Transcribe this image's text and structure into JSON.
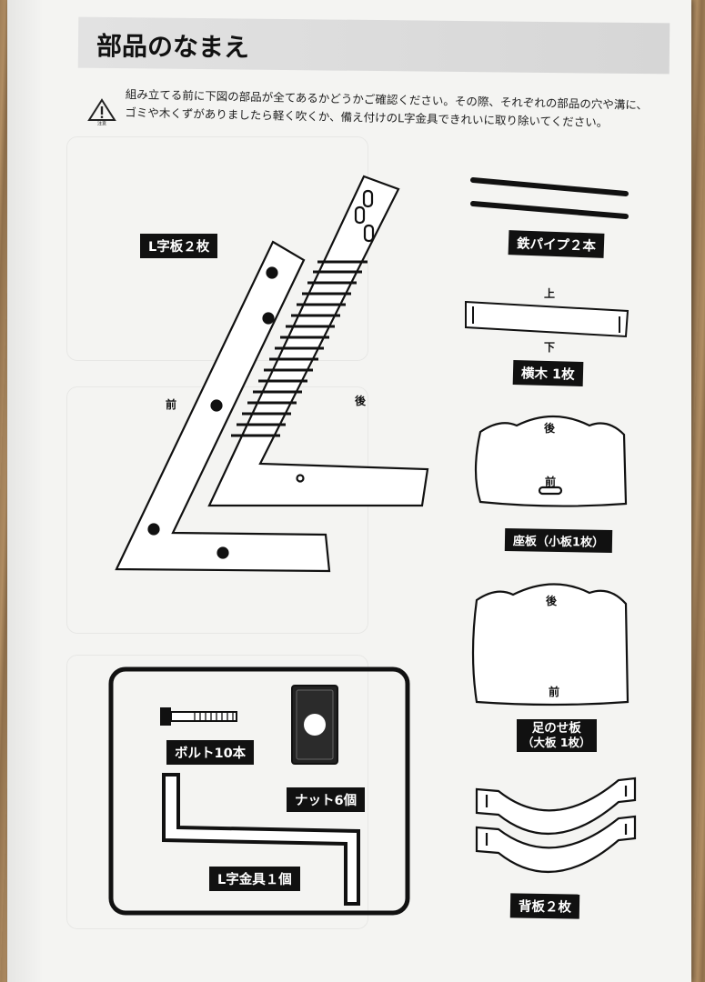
{
  "title": "部品のなまえ",
  "notice": {
    "icon": "caution-triangle-icon",
    "icon_caption": "注意",
    "lines": [
      "組み立てる前に下図の部品が全てあるかどうかご確認ください。その際、それぞれの部品の穴や溝に、",
      "ゴミや木くずがありましたら軽く吹くか、備え付けのL字金具できれいに取り除いてください。"
    ]
  },
  "parts": {
    "l_board": {
      "label": "L字板２枚",
      "front": "前",
      "back": "後"
    },
    "pipe": {
      "label": "鉄パイプ２本"
    },
    "crossbar": {
      "label": "横木 1枚",
      "top": "上",
      "bottom": "下"
    },
    "seat": {
      "label": "座板（小板1枚）",
      "back": "後",
      "front": "前"
    },
    "footrest": {
      "label_line1": "足のせ板",
      "label_line2": "（大板 1枚）",
      "back": "後",
      "front": "前"
    },
    "backrest": {
      "label": "背板２枚"
    },
    "bolt": {
      "label": "ボルト10本"
    },
    "nut": {
      "label": "ナット6個"
    },
    "wrench": {
      "label": "L字金具１個"
    }
  }
}
